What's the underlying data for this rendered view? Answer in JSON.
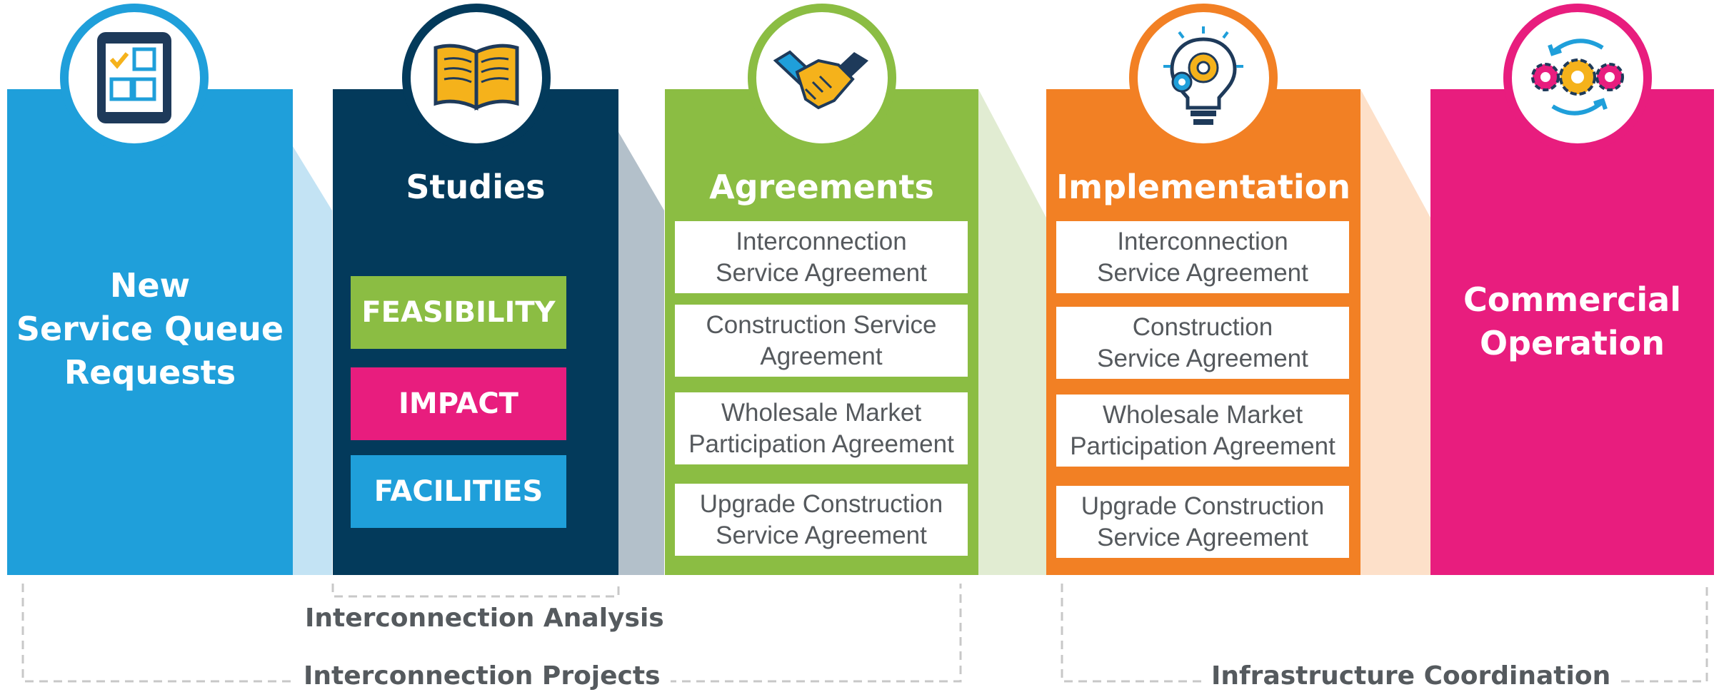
{
  "stages": [
    {
      "id": "new-service",
      "title": "New\nService Queue\nRequests",
      "color": "#1f9fda",
      "icon": "checklist-tablet-icon"
    },
    {
      "id": "studies",
      "title": "Studies",
      "color": "#033a5b",
      "icon": "open-book-icon",
      "items": [
        {
          "label": "FEASIBILITY",
          "color": "#8bbd43"
        },
        {
          "label": "IMPACT",
          "color": "#e81d7e"
        },
        {
          "label": "FACILITIES",
          "color": "#1f9fda"
        }
      ]
    },
    {
      "id": "agreements",
      "title": "Agreements",
      "color": "#8bbd43",
      "icon": "handshake-icon",
      "items": [
        "Interconnection\nService Agreement",
        "Construction Service\nAgreement",
        "Wholesale Market\nParticipation Agreement",
        "Upgrade Construction\nService Agreement"
      ]
    },
    {
      "id": "implementation",
      "title": "Implementation",
      "color": "#f28024",
      "icon": "lightbulb-gears-icon",
      "items": [
        "Interconnection\nService Agreement",
        "Construction\nService Agreement",
        "Wholesale Market\nParticipation Agreement",
        "Upgrade Construction\nService Agreement"
      ]
    },
    {
      "id": "commercial",
      "title": "Commercial\nOperation",
      "color": "#e81d7e",
      "icon": "gears-cycle-icon"
    }
  ],
  "groups": {
    "analysis": "Interconnection Analysis",
    "projects": "Interconnection Projects",
    "coordination": "Infrastructure Coordination"
  }
}
